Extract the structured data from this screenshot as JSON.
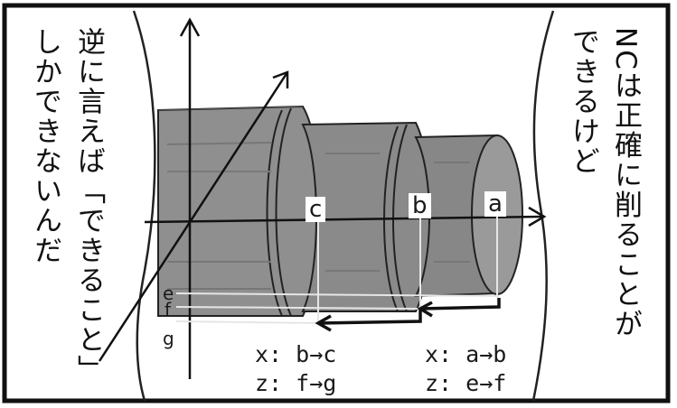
{
  "right_caption": {
    "line1": "NCは正確に削ることが",
    "line2": "できるけど"
  },
  "left_caption": {
    "line1": "逆に言えば「できること」",
    "line2": "しかできないんだ"
  },
  "x_axis_points": [
    "c",
    "b",
    "a"
  ],
  "z_axis_points": [
    "e",
    "f",
    "g"
  ],
  "moves": {
    "x1": "x: b→c",
    "z1": "z: f→g",
    "x2": "x: a→b",
    "z2": "z: e→f"
  },
  "colors": {
    "ink": "#111111",
    "cylinder_fill": "#8f8f8f",
    "cylinder_dark": "#6e6e6e",
    "paper": "#ffffff"
  }
}
